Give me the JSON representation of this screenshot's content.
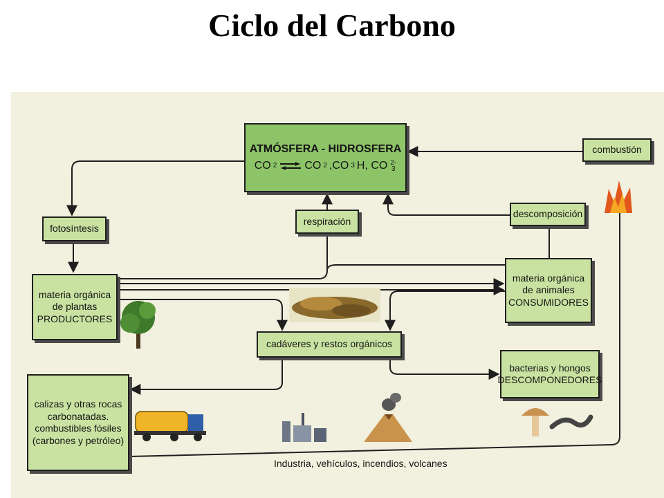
{
  "title": "Ciclo del Carbono",
  "colors": {
    "box_dark": "#8dc468",
    "box_light": "#c9e2a1",
    "panel_bg": "#f2f0de"
  },
  "atmosphere": {
    "heading": "ATMÓSFERA - HIDROSFERA",
    "eq_left": "CO",
    "eq_left_sub": "2",
    "eq_r1": "CO",
    "eq_r1_sub": "2",
    "eq_r2": ",CO",
    "eq_r2_sub": "3",
    "eq_r3": "H, CO",
    "eq_r3_sub": "3",
    "eq_r3_sup": "2-"
  },
  "fotosintesis": "fotosíntesis",
  "respiracion": "respiración",
  "descomposicion": "descomposición",
  "combustion": "combustión",
  "materia_plantas": [
    "materia orgánica",
    "de plantas",
    "PRODUCTORES"
  ],
  "materia_animales": [
    "materia orgánica",
    "de animales",
    "CONSUMIDORES"
  ],
  "cadaveres": "cadáveres y restos orgánicos",
  "bacterias": [
    "bacterias y hongos",
    "DESCOMPONEDORES"
  ],
  "calizas": [
    "calizas y otras rocas",
    "carbonatadas.",
    "combustibles fósiles",
    "(carbones y petróleo)"
  ],
  "industria": "Industria, vehículos, incendios, volcanes"
}
